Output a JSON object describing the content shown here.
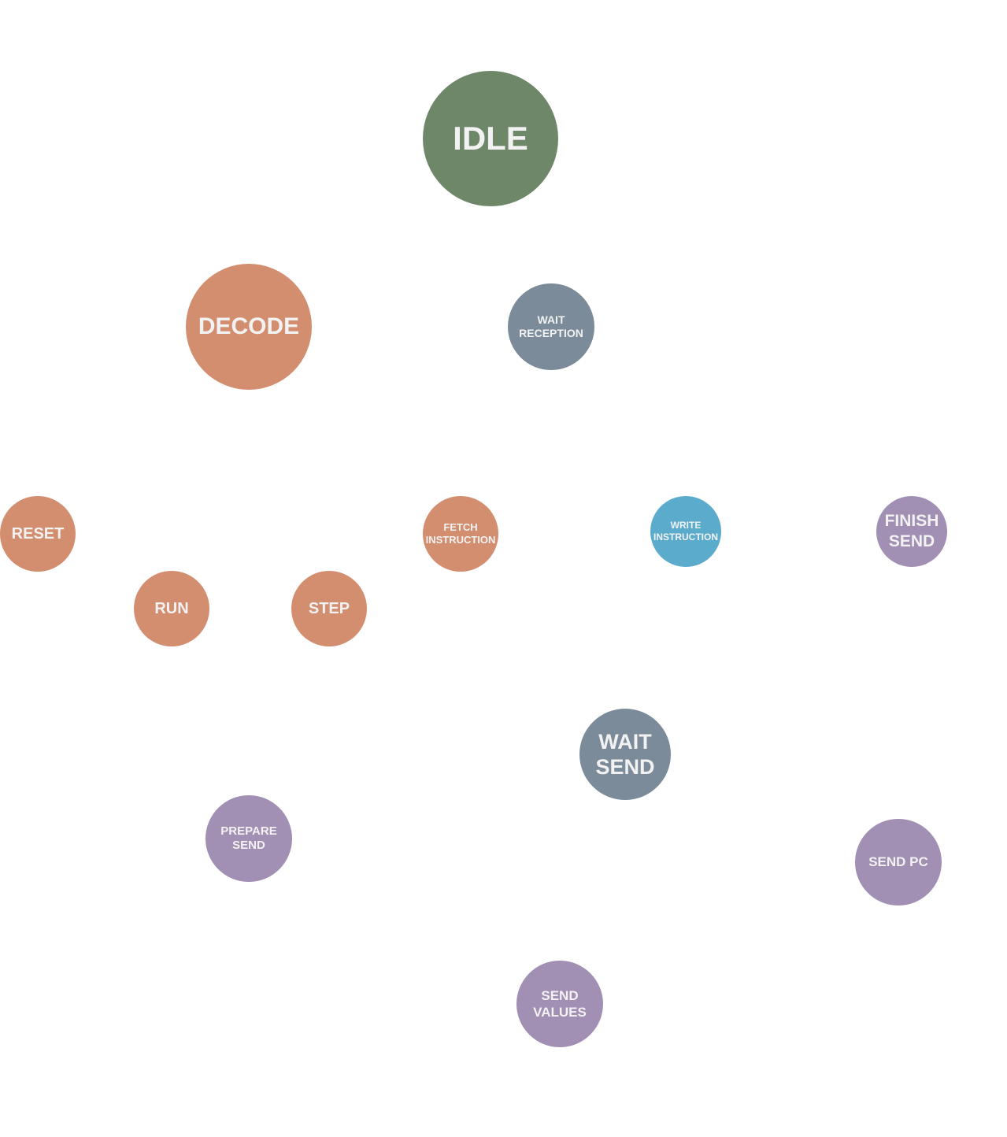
{
  "colors": {
    "idle": "#6f8769",
    "decode_group": "#d38e6f",
    "wait_group": "#7c8b99",
    "write_group": "#5aabcc",
    "send_group": "#a18fb4",
    "label": "#f2f2f2"
  },
  "nodes": {
    "idle": {
      "label": "IDLE",
      "color_key": "idle"
    },
    "decode": {
      "label": "DECODE",
      "color_key": "decode_group"
    },
    "wait_reception": {
      "label": "WAIT\nRECEPTION",
      "color_key": "wait_group"
    },
    "reset": {
      "label": "RESET",
      "color_key": "decode_group"
    },
    "fetch_instruction": {
      "label": "FETCH\nINSTRUCTION",
      "color_key": "decode_group"
    },
    "write_instruction": {
      "label": "WRITE\nINSTRUCTION",
      "color_key": "write_group"
    },
    "finish_send": {
      "label": "FINISH\nSEND",
      "color_key": "send_group"
    },
    "run": {
      "label": "RUN",
      "color_key": "decode_group"
    },
    "step": {
      "label": "STEP",
      "color_key": "decode_group"
    },
    "wait_send": {
      "label": "WAIT\nSEND",
      "color_key": "wait_group"
    },
    "prepare_send": {
      "label": "PREPARE\nSEND",
      "color_key": "send_group"
    },
    "send_pc": {
      "label": "SEND PC",
      "color_key": "send_group"
    },
    "send_values": {
      "label": "SEND\nVALUES",
      "color_key": "send_group"
    }
  }
}
